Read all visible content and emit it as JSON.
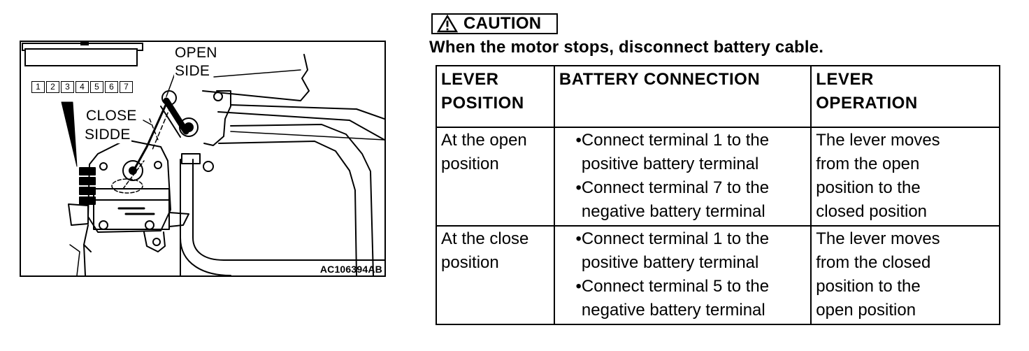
{
  "figure": {
    "label_open": "OPEN",
    "label_open_side": "SIDE",
    "label_close": "CLOSE",
    "label_close_side": "SIDDE",
    "code": "AC106394AB",
    "connector_pins": [
      "1",
      "2",
      "3",
      "4",
      "5",
      "6",
      "7"
    ]
  },
  "caution": {
    "title": "CAUTION",
    "icon": "warning-triangle-icon",
    "text": "When the motor stops, disconnect battery cable."
  },
  "table": {
    "headers": {
      "position": [
        "LEVER",
        "POSITION"
      ],
      "connection": "BATTERY CONNECTION",
      "operation": [
        "LEVER",
        "OPERATION"
      ]
    },
    "rows": [
      {
        "position": [
          "At the open",
          "position"
        ],
        "connection": [
          [
            "Connect terminal 1 to the",
            "positive battery terminal"
          ],
          [
            "Connect terminal 7 to the",
            "negative battery terminal"
          ]
        ],
        "operation": [
          "The lever moves",
          "from the open",
          "position to the",
          "closed position"
        ]
      },
      {
        "position": [
          "At the close",
          "position"
        ],
        "connection": [
          [
            "Connect terminal 1 to the",
            "positive battery terminal"
          ],
          [
            "Connect terminal 5 to the",
            "negative battery terminal"
          ]
        ],
        "operation": [
          "The lever moves",
          "from the closed",
          "position to the",
          "open position"
        ]
      }
    ]
  }
}
